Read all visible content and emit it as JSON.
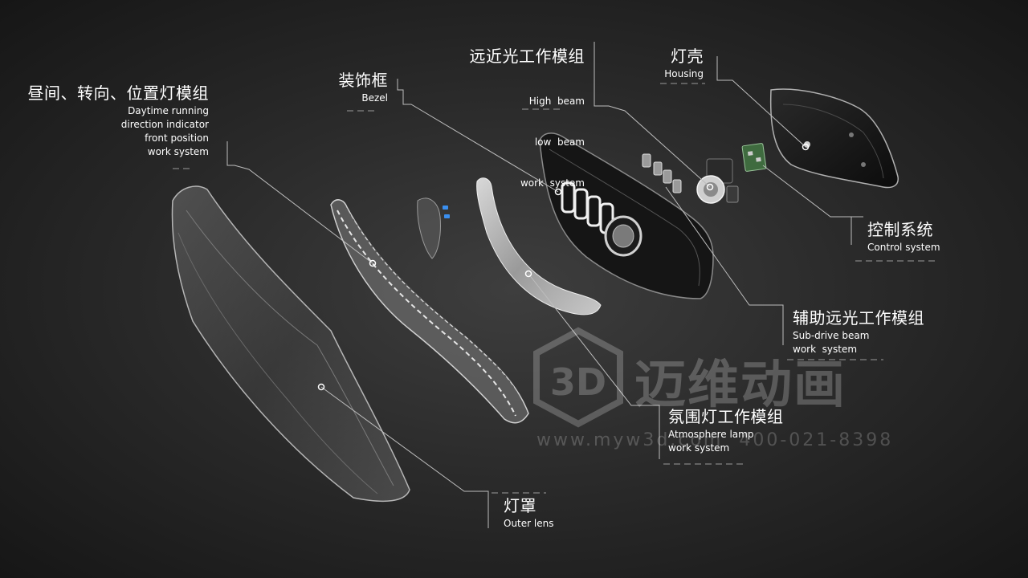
{
  "components": {
    "drl": {
      "cn": "昼间、转向、位置灯模组",
      "en": [
        "Daytime running",
        "direction indicator",
        "front position",
        "work system"
      ]
    },
    "bezel": {
      "cn": "装饰框",
      "en": [
        "Bezel"
      ]
    },
    "beam": {
      "cn": "远近光工作模组",
      "en": [
        "High  beam",
        "low  beam",
        "work  system"
      ]
    },
    "housing": {
      "cn": "灯壳",
      "en": [
        "Housing"
      ]
    },
    "control": {
      "cn": "控制系统",
      "en": [
        "Control system"
      ]
    },
    "subbeam": {
      "cn": "辅助远光工作模组",
      "en": [
        "Sub-drive beam",
        "work  system"
      ]
    },
    "ambient": {
      "cn": "氛围灯工作模组",
      "en": [
        "Atmosphere lamp",
        "work system"
      ]
    },
    "lens": {
      "cn": "灯罩",
      "en": [
        "Outer lens"
      ]
    }
  },
  "watermark": {
    "logo_text": "3D",
    "name": "迈维动画",
    "url": "www.myw3d.com",
    "phone": "400-021-8398"
  }
}
